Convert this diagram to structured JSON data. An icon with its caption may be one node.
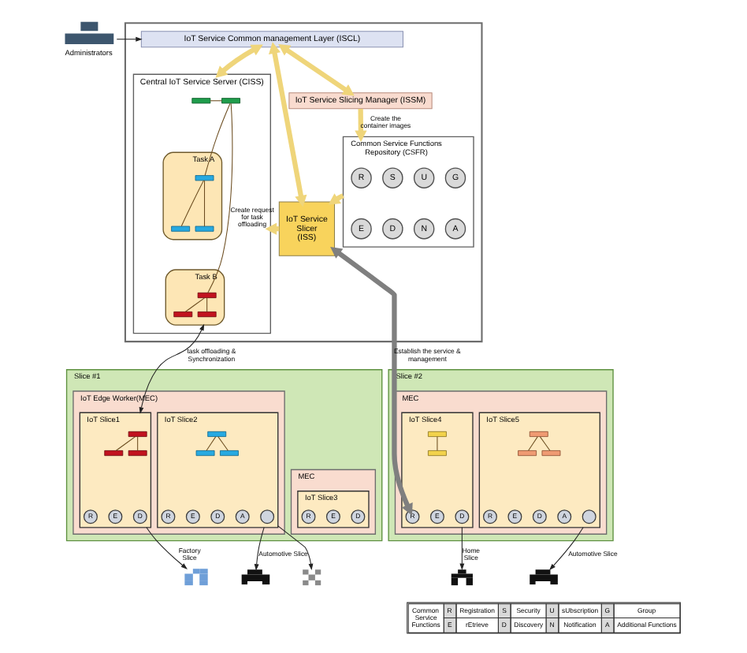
{
  "diagram": {
    "nodes": [
      {
        "text": [
          "Administrators"
        ]
      },
      {
        "text": [],
        "shape": "box"
      },
      {
        "text": [
          "IoT Service Common management Layer (ISCL)"
        ],
        "in": 1
      },
      {
        "text": [
          "IoT Service Slicing Manager (ISSM)"
        ],
        "in": 1
      },
      {
        "text": [
          "Central IoT Service Server (CISS)"
        ],
        "in": 1
      },
      {
        "text": [],
        "shape": "box",
        "in": 4
      },
      {
        "text": [],
        "shape": "box",
        "in": 4
      },
      {
        "text": [
          "Task A"
        ],
        "in": 4
      },
      {
        "text": [],
        "shape": "box",
        "in": 7
      },
      {
        "text": [],
        "shape": "box",
        "in": 7
      },
      {
        "text": [],
        "shape": "box",
        "in": 7
      },
      {
        "text": [
          "Task B"
        ],
        "in": 4
      },
      {
        "text": [],
        "shape": "box",
        "in": 11
      },
      {
        "text": [],
        "shape": "box",
        "in": 11
      },
      {
        "text": [],
        "shape": "box",
        "in": 11
      },
      {
        "text": [
          "IoT Service Slicer (ISS)"
        ],
        "in": 1
      },
      {
        "text": [
          "Common Service Functions Repository (CSFR)"
        ],
        "in": 1
      },
      {
        "text": [
          "R"
        ],
        "in": 16
      },
      {
        "text": [
          "S"
        ],
        "in": 16
      },
      {
        "text": [
          "U"
        ],
        "in": 16
      },
      {
        "text": [
          "G"
        ],
        "in": 16
      },
      {
        "text": [
          "E"
        ],
        "in": 16
      },
      {
        "text": [
          "D"
        ],
        "in": 16
      },
      {
        "text": [
          "N"
        ],
        "in": 16
      },
      {
        "text": [
          "A"
        ],
        "in": 16
      },
      {
        "text": [
          "Slice #1"
        ]
      },
      {
        "text": [
          "IoT Edge Worker(MEC)"
        ],
        "in": 25
      },
      {
        "text": [
          "IoT Slice1"
        ],
        "in": 26
      },
      {
        "text": [],
        "shape": "box",
        "in": 27
      },
      {
        "text": [],
        "shape": "box",
        "in": 27
      },
      {
        "text": [],
        "shape": "box",
        "in": 27
      },
      {
        "text": [
          "R"
        ],
        "in": 27
      },
      {
        "text": [
          "E"
        ],
        "in": 27
      },
      {
        "text": [
          "D"
        ],
        "in": 27
      },
      {
        "text": [
          "IoT Slice2"
        ],
        "in": 26
      },
      {
        "text": [],
        "shape": "box",
        "in": 34
      },
      {
        "text": [],
        "shape": "box",
        "in": 34
      },
      {
        "text": [],
        "shape": "box",
        "in": 34
      },
      {
        "text": [
          "R"
        ],
        "in": 34
      },
      {
        "text": [
          "E"
        ],
        "in": 34
      },
      {
        "text": [
          "D"
        ],
        "in": 34
      },
      {
        "text": [
          "A"
        ],
        "in": 34
      },
      {
        "text": [],
        "shape": "circle",
        "in": 34
      },
      {
        "text": [
          "MEC"
        ],
        "in": 25
      },
      {
        "text": [
          "IoT Slice3"
        ],
        "in": 43
      },
      {
        "text": [
          "R"
        ],
        "in": 44
      },
      {
        "text": [
          "E"
        ],
        "in": 44
      },
      {
        "text": [
          "D"
        ],
        "in": 44
      },
      {
        "text": [
          "Slice #2"
        ]
      },
      {
        "text": [
          "MEC"
        ],
        "in": 48
      },
      {
        "text": [
          "IoT Slice4"
        ],
        "in": 49
      },
      {
        "text": [],
        "shape": "box",
        "in": 50
      },
      {
        "text": [],
        "shape": "box",
        "in": 50
      },
      {
        "text": [
          "R"
        ],
        "in": 50
      },
      {
        "text": [
          "E"
        ],
        "in": 50
      },
      {
        "text": [
          "D"
        ],
        "in": 50
      },
      {
        "text": [
          "IoT Slice5"
        ],
        "in": 49
      },
      {
        "text": [],
        "shape": "box",
        "in": 56
      },
      {
        "text": [],
        "shape": "box",
        "in": 56
      },
      {
        "text": [],
        "shape": "box",
        "in": 56
      },
      {
        "text": [
          "R"
        ],
        "in": 56
      },
      {
        "text": [
          "E"
        ],
        "in": 56
      },
      {
        "text": [
          "D"
        ],
        "in": 56
      },
      {
        "text": [
          "A"
        ],
        "in": 56
      },
      {
        "text": [],
        "shape": "circle",
        "in": 56
      },
      {
        "text": [],
        "shape": "picture"
      },
      {
        "text": [],
        "shape": "picture"
      },
      {
        "text": [],
        "shape": "picture"
      },
      {
        "text": [],
        "shape": "picture"
      },
      {
        "text": [],
        "shape": "picture"
      }
    ],
    "edges": [
      {
        "from": 0,
        "to": 2,
        "arrow": "to"
      },
      {
        "from": 2,
        "to": 4,
        "arrow": "both",
        "style": "thick",
        "color": "#efd57a"
      },
      {
        "from": 2,
        "to": 15,
        "arrow": "both",
        "style": "thick",
        "color": "#efd57a"
      },
      {
        "from": 2,
        "to": 3,
        "arrow": "both",
        "style": "thick",
        "color": "#efd57a"
      },
      {
        "from": 3,
        "to": 16,
        "arrow": "to",
        "label": "Create the container images",
        "style": "thick",
        "color": "#efd57a"
      },
      {
        "from": 16,
        "to": 15,
        "arrow": "to",
        "style": "thick",
        "color": "#efd57a"
      },
      {
        "from": 15,
        "to": 4,
        "arrow": "to",
        "label": "Create request for task offloading",
        "style": "thick",
        "color": "#efd57a"
      },
      {
        "from": 11,
        "to": 27,
        "arrow": "both",
        "label": "task offloading & Synchronization"
      },
      {
        "from": 15,
        "to": 53,
        "arrow": "both",
        "label": "Establish the service & management",
        "style": "thick",
        "color": "#7f7f7f"
      },
      {
        "from": 27,
        "to": 65,
        "arrow": "to",
        "label": "Factory Slice"
      },
      {
        "from": 34,
        "to": 66,
        "arrow": "to",
        "label": "Automotive Slice"
      },
      {
        "from": 34,
        "to": 67,
        "arrow": "to"
      },
      {
        "from": 50,
        "to": 68,
        "arrow": "to",
        "label": "Home Slice"
      },
      {
        "from": 56,
        "to": 69,
        "arrow": "to",
        "label": "Automotive Slice"
      },
      {
        "from": 5,
        "to": 6,
        "arrow": "none",
        "color": "#6b4c1f"
      },
      {
        "from": 6,
        "to": 8,
        "arrow": "none",
        "color": "#6b4c1f"
      },
      {
        "from": 6,
        "to": 12,
        "arrow": "none",
        "color": "#6b4c1f"
      },
      {
        "from": 8,
        "to": 9,
        "arrow": "none",
        "color": "#6b4c1f"
      },
      {
        "from": 8,
        "to": 10,
        "arrow": "none",
        "color": "#6b4c1f"
      },
      {
        "from": 12,
        "to": 13,
        "arrow": "none",
        "color": "#6b4c1f"
      },
      {
        "from": 12,
        "to": 14,
        "arrow": "none",
        "color": "#6b4c1f"
      },
      {
        "from": 28,
        "to": 29,
        "arrow": "none",
        "color": "#6b4c1f"
      },
      {
        "from": 28,
        "to": 30,
        "arrow": "none",
        "color": "#6b4c1f"
      },
      {
        "from": 35,
        "to": 36,
        "arrow": "none",
        "color": "#6b4c1f"
      },
      {
        "from": 35,
        "to": 37,
        "arrow": "none",
        "color": "#6b4c1f"
      },
      {
        "from": 51,
        "to": 52,
        "arrow": "none",
        "color": "#6b4c1f"
      },
      {
        "from": 57,
        "to": 58,
        "arrow": "none",
        "color": "#6b4c1f"
      },
      {
        "from": 57,
        "to": 59,
        "arrow": "none",
        "color": "#6b4c1f"
      }
    ],
    "labels": [
      "Common Service Functions",
      "R",
      "Registration",
      "S",
      "Security",
      "U",
      "sUbscription",
      "G",
      "Group",
      "E",
      "rEtrieve",
      "D",
      "Discovery",
      "N",
      "Notification",
      "A",
      "Additional Functions"
    ]
  }
}
